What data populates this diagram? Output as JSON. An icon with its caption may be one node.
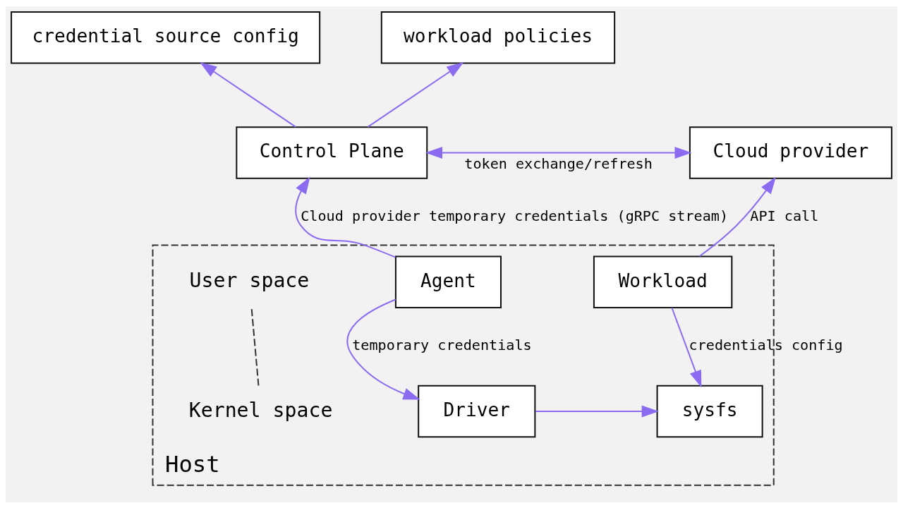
{
  "diagram": {
    "nodes": [
      {
        "text": [
          "credential source config"
        ]
      },
      {
        "text": [
          "workload policies"
        ]
      },
      {
        "text": [
          "Control Plane"
        ]
      },
      {
        "text": [
          "Cloud provider"
        ]
      },
      {
        "text": [
          "Host"
        ]
      },
      {
        "text": [
          "Agent"
        ],
        "in": 4
      },
      {
        "text": [
          "Workload"
        ],
        "in": 4
      },
      {
        "text": [
          "Driver"
        ],
        "in": 4
      },
      {
        "text": [
          "sysfs"
        ],
        "in": 4
      }
    ],
    "edges": [
      {
        "from": 2,
        "to": 0,
        "arrow": "to"
      },
      {
        "from": 2,
        "to": 1,
        "arrow": "to"
      },
      {
        "from": 2,
        "to": 3,
        "arrow": "both",
        "label": "token exchange/refresh"
      },
      {
        "from": 5,
        "to": 2,
        "arrow": "to",
        "label": "Cloud provider temporary credentials (gRPC stream)"
      },
      {
        "from": 6,
        "to": 3,
        "arrow": "to",
        "label": "API call"
      },
      {
        "from": 5,
        "to": 7,
        "arrow": "to",
        "label": "temporary credentials"
      },
      {
        "from": 6,
        "to": 8,
        "arrow": "to",
        "label": "credentials config"
      },
      {
        "from": 7,
        "to": 8,
        "arrow": "to"
      }
    ],
    "labels": [
      "User space",
      "Kernel space"
    ]
  }
}
